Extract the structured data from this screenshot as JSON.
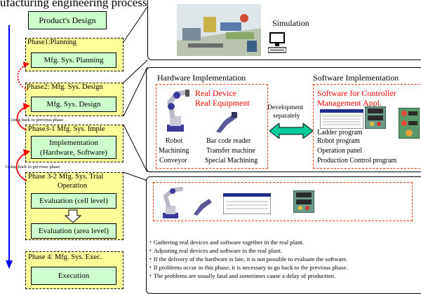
{
  "header_text": "ufacturing engineering processes.",
  "left": {
    "product_design": "Product's Design",
    "phase1_title": "Phase1:Planning",
    "phase1_box": "Mfg. Sys. Planning",
    "phase2_title": "Phase2: Mfg. Sys. Design",
    "phase2_box": "Mfg. Sys. Design",
    "going_back_1": "Going back to previous phase",
    "phase31_title": "Phase3-1 Mfg. Sys. Imple",
    "phase31_box_line1": "Implementation",
    "phase31_box_line2": "(Hardware, Software)",
    "going_back_2": "Going back to previous phase",
    "phase32_title_line1": "Phase 3-2 Mfg. Sys. Trial",
    "phase32_title_line2": "Operation",
    "eval_cell": "Evaluation (cell level)",
    "eval_area": "Evaluation (area level)",
    "phase4_title": "Phase 4: Mfg. Sys. Exec.",
    "phase4_box": "Execution"
  },
  "simulation": {
    "label": "Simulation"
  },
  "implementation": {
    "hardware_title": "Hardware Implementation",
    "software_title": "Software Implementation",
    "real_device": "Real Device",
    "real_equipment": "Real Equipment",
    "development": "Development",
    "separately": "separately",
    "software_for_controller": "Software for Controller",
    "management_appl": "Management Appl.",
    "hw_items": [
      [
        "Robot",
        "Bar code reader"
      ],
      [
        "Machining",
        "Transfer machine"
      ],
      [
        "Conveyor",
        "Special Machining"
      ]
    ],
    "sw_items": [
      "Ladder program",
      "Robot program",
      "Operation panel",
      "Production Control program"
    ]
  },
  "trial": {
    "bullets": [
      "Gathering real devices and software together in the real plant.",
      "Adjusting real devices and software in the real plant.",
      "If the delivery of the hardware is late, it is not possible to evaluate the software.",
      "If problems occur in this phase, it is necessary to go back to the previous phase.",
      "The problems are usually fatal and sometimes cause a delay of production."
    ]
  },
  "colors": {
    "green_box": "#ccffcc",
    "phase_box": "#ffff99",
    "accent_red": "#ff0000",
    "arrow_blue": "#0000ff",
    "arrow_teal": "#00cc99"
  }
}
